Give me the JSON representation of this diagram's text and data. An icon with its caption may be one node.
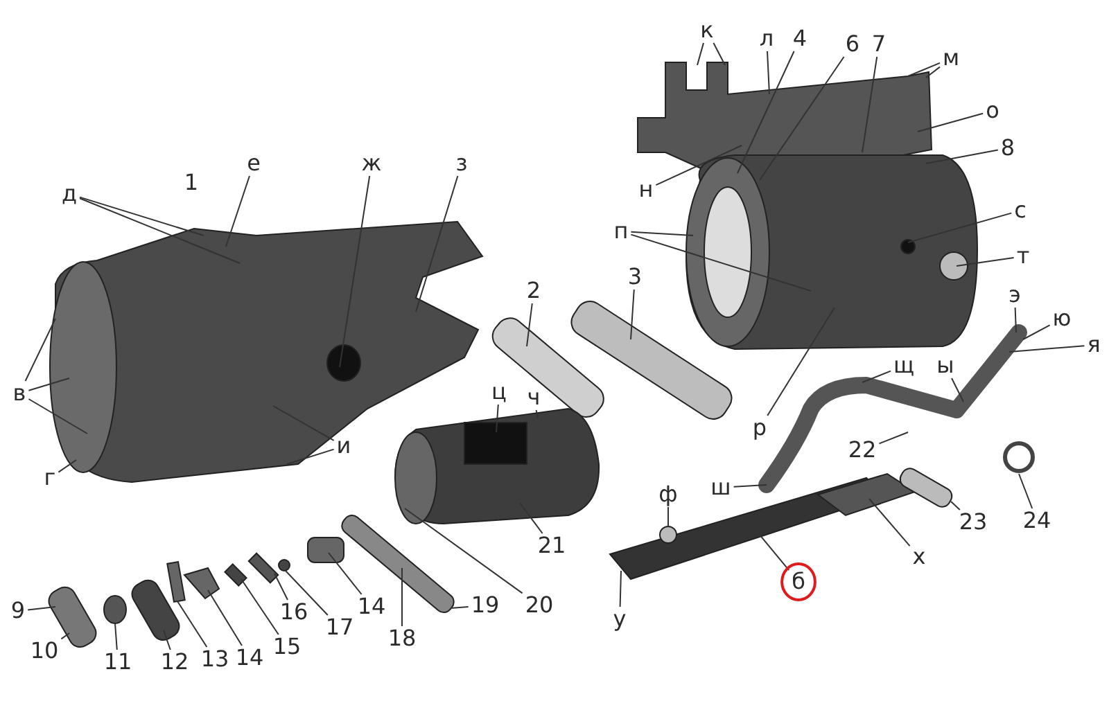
{
  "diagram": {
    "nodes": [
      {
        "text": [
          "к"
        ]
      },
      {
        "text": [
          "л"
        ]
      },
      {
        "text": [
          "4"
        ]
      },
      {
        "text": [
          "6"
        ]
      },
      {
        "text": [
          "7"
        ]
      },
      {
        "text": [
          "м"
        ]
      },
      {
        "text": [
          "о"
        ]
      },
      {
        "text": [
          "8"
        ]
      },
      {
        "text": [
          "е"
        ]
      },
      {
        "text": [
          "ж"
        ]
      },
      {
        "text": [
          "з"
        ]
      },
      {
        "text": [
          "д"
        ]
      },
      {
        "text": [
          "н"
        ]
      },
      {
        "text": [
          "с"
        ]
      },
      {
        "text": [
          "п"
        ]
      },
      {
        "text": [
          "т"
        ]
      },
      {
        "text": [
          "3"
        ]
      },
      {
        "text": [
          "2"
        ]
      },
      {
        "text": [
          "э"
        ]
      },
      {
        "text": [
          "ю"
        ]
      },
      {
        "text": [
          "я"
        ]
      },
      {
        "text": [
          "щ"
        ]
      },
      {
        "text": [
          "ы"
        ]
      },
      {
        "text": [
          "в"
        ]
      },
      {
        "text": [
          "ц"
        ]
      },
      {
        "text": [
          "ч"
        ]
      },
      {
        "text": [
          "р"
        ]
      },
      {
        "text": [
          "и"
        ]
      },
      {
        "text": [
          "22"
        ]
      },
      {
        "text": [
          "г"
        ]
      },
      {
        "text": [
          "ш"
        ]
      },
      {
        "text": [
          "ф"
        ]
      },
      {
        "text": [
          "24"
        ]
      },
      {
        "text": [
          "23"
        ]
      },
      {
        "text": [
          "21"
        ]
      },
      {
        "text": [
          "х"
        ]
      },
      {
        "text": [
          "б"
        ]
      },
      {
        "text": [
          "9"
        ]
      },
      {
        "text": [
          "16"
        ]
      },
      {
        "text": [
          "14"
        ]
      },
      {
        "text": [
          "20"
        ]
      },
      {
        "text": [
          "19"
        ]
      },
      {
        "text": [
          "15"
        ]
      },
      {
        "text": [
          "10"
        ]
      },
      {
        "text": [
          "у"
        ]
      },
      {
        "text": [
          "17"
        ]
      },
      {
        "text": [
          "18"
        ]
      },
      {
        "text": [
          "14"
        ]
      },
      {
        "text": [
          "13"
        ]
      },
      {
        "text": [
          "11"
        ]
      },
      {
        "text": [
          "12"
        ]
      }
    ],
    "edges": [
      {
        "from": 0,
        "to": null,
        "arrow": "none"
      },
      {
        "from": 0,
        "to": null,
        "arrow": "none"
      },
      {
        "from": 1,
        "to": null,
        "arrow": "none"
      },
      {
        "from": 2,
        "to": null,
        "arrow": "none"
      },
      {
        "from": 3,
        "to": null,
        "arrow": "none"
      },
      {
        "from": 4,
        "to": null,
        "arrow": "none"
      },
      {
        "from": 5,
        "to": null,
        "arrow": "none"
      },
      {
        "from": 5,
        "to": null,
        "arrow": "none"
      },
      {
        "from": 6,
        "to": null,
        "arrow": "none"
      },
      {
        "from": 7,
        "to": null,
        "arrow": "none"
      },
      {
        "from": 8,
        "to": null,
        "arrow": "none"
      },
      {
        "from": 9,
        "to": null,
        "arrow": "none"
      },
      {
        "from": 10,
        "to": null,
        "arrow": "none"
      },
      {
        "from": 11,
        "to": null,
        "arrow": "none"
      },
      {
        "from": 11,
        "to": null,
        "arrow": "none"
      },
      {
        "from": 12,
        "to": null,
        "arrow": "none"
      },
      {
        "from": 13,
        "to": null,
        "arrow": "none"
      },
      {
        "from": 14,
        "to": null,
        "arrow": "none"
      },
      {
        "from": 14,
        "to": null,
        "arrow": "none"
      },
      {
        "from": 15,
        "to": null,
        "arrow": "none"
      },
      {
        "from": 16,
        "to": null,
        "arrow": "none"
      },
      {
        "from": 17,
        "to": null,
        "arrow": "none"
      },
      {
        "from": 18,
        "to": null,
        "arrow": "none"
      },
      {
        "from": 19,
        "to": null,
        "arrow": "none"
      },
      {
        "from": 20,
        "to": null,
        "arrow": "none"
      },
      {
        "from": 21,
        "to": null,
        "arrow": "none"
      },
      {
        "from": 22,
        "to": null,
        "arrow": "none"
      },
      {
        "from": 23,
        "to": null,
        "arrow": "none"
      },
      {
        "from": 23,
        "to": null,
        "arrow": "none"
      },
      {
        "from": 23,
        "to": null,
        "arrow": "none"
      },
      {
        "from": 24,
        "to": null,
        "arrow": "none"
      },
      {
        "from": 25,
        "to": null,
        "arrow": "none"
      },
      {
        "from": 26,
        "to": null,
        "arrow": "none"
      },
      {
        "from": 27,
        "to": null,
        "arrow": "none"
      },
      {
        "from": 27,
        "to": null,
        "arrow": "none"
      },
      {
        "from": 28,
        "to": null,
        "arrow": "none"
      },
      {
        "from": 29,
        "to": null,
        "arrow": "none"
      },
      {
        "from": 30,
        "to": null,
        "arrow": "none"
      },
      {
        "from": 31,
        "to": null,
        "arrow": "none"
      },
      {
        "from": 32,
        "to": null,
        "arrow": "none"
      },
      {
        "from": 33,
        "to": null,
        "arrow": "none"
      },
      {
        "from": 34,
        "to": null,
        "arrow": "none"
      },
      {
        "from": 35,
        "to": null,
        "arrow": "none"
      },
      {
        "from": 36,
        "to": null,
        "arrow": "none"
      },
      {
        "from": 37,
        "to": null,
        "arrow": "none"
      },
      {
        "from": 38,
        "to": null,
        "arrow": "none"
      },
      {
        "from": 39,
        "to": null,
        "arrow": "none"
      },
      {
        "from": 40,
        "to": null,
        "arrow": "none"
      },
      {
        "from": 41,
        "to": null,
        "arrow": "none"
      },
      {
        "from": 42,
        "to": null,
        "arrow": "none"
      },
      {
        "from": 43,
        "to": null,
        "arrow": "none"
      },
      {
        "from": 44,
        "to": null,
        "arrow": "none"
      },
      {
        "from": 45,
        "to": null,
        "arrow": "none"
      },
      {
        "from": 46,
        "to": null,
        "arrow": "none"
      },
      {
        "from": 47,
        "to": null,
        "arrow": "none"
      },
      {
        "from": 48,
        "to": null,
        "arrow": "none"
      },
      {
        "from": 49,
        "to": null,
        "arrow": "none"
      },
      {
        "from": 50,
        "to": null,
        "arrow": "none"
      }
    ],
    "labels": [
      "1"
    ]
  }
}
